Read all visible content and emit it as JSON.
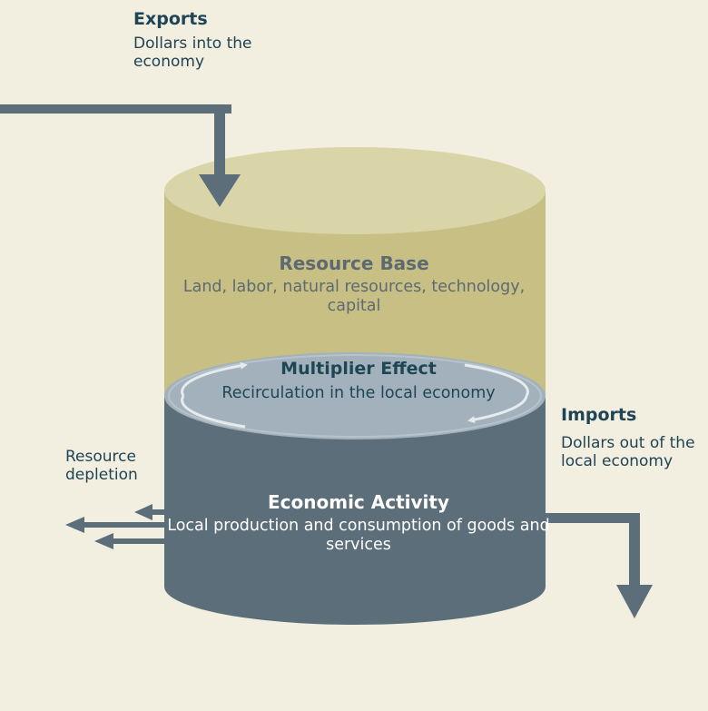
{
  "exports": {
    "title": "Exports",
    "description": "Dollars into the economy"
  },
  "resource_base": {
    "title": "Resource Base",
    "description": "Land, labor, natural resources, technology, capital"
  },
  "multiplier_effect": {
    "title": "Multiplier Effect",
    "description": "Recirculation in the local economy"
  },
  "economic_activity": {
    "title": "Economic Activity",
    "description": "Local production and consumption of goods and services"
  },
  "imports": {
    "title": "Imports",
    "description": "Dollars out of the local economy"
  },
  "resource_depletion": {
    "description": "Resource depletion"
  },
  "colors": {
    "background": "#f2eee0",
    "resource_base": "#c7bf84",
    "resource_top": "#dad5a9",
    "multiplier_surface": "#a2b1bb",
    "economic_activity": "#5b6e79",
    "arrows": "#5b6e79",
    "title_text": "#1e4655"
  }
}
